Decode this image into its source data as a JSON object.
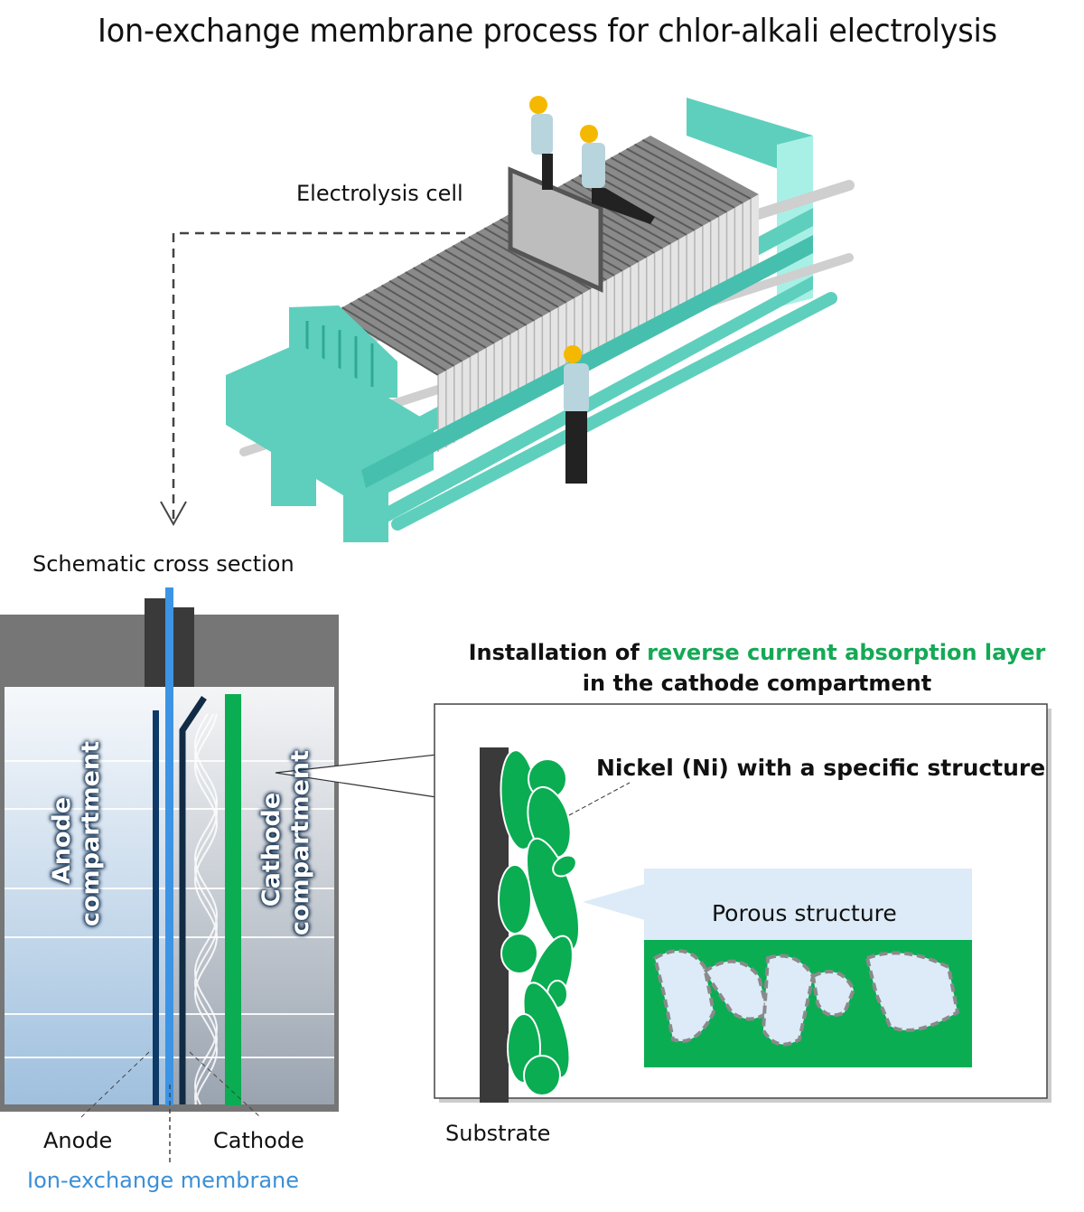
{
  "title": "Ion-exchange membrane process for chlor-alkali electrolysis",
  "machine": {
    "label": "Electrolysis cell",
    "icon": "electrolysis-cell-illustration",
    "workers": 3
  },
  "cross_section": {
    "label": "Schematic cross section",
    "anode_compartment_line1": "Anode",
    "anode_compartment_line2": "compartment",
    "cathode_compartment_line1": "Cathode",
    "cathode_compartment_line2": "compartment",
    "anode_label": "Anode",
    "cathode_label": "Cathode",
    "membrane_label": "Ion-exchange membrane"
  },
  "detail": {
    "heading_prefix": "Installation of ",
    "heading_highlight": "reverse current absorption layer",
    "heading_line2": "in the cathode compartment",
    "nickel_label": "Nickel (Ni) with a specific structure",
    "porous_label": "Porous structure",
    "substrate_label": "Substrate"
  },
  "colors": {
    "teal": "#5ecfbd",
    "membrane_blue": "#3d94e4",
    "nickel_green": "#0aad52",
    "highlight_green": "#14a955",
    "dark_gray": "#3a3a3a",
    "porous_bg": "#dcebf7"
  }
}
